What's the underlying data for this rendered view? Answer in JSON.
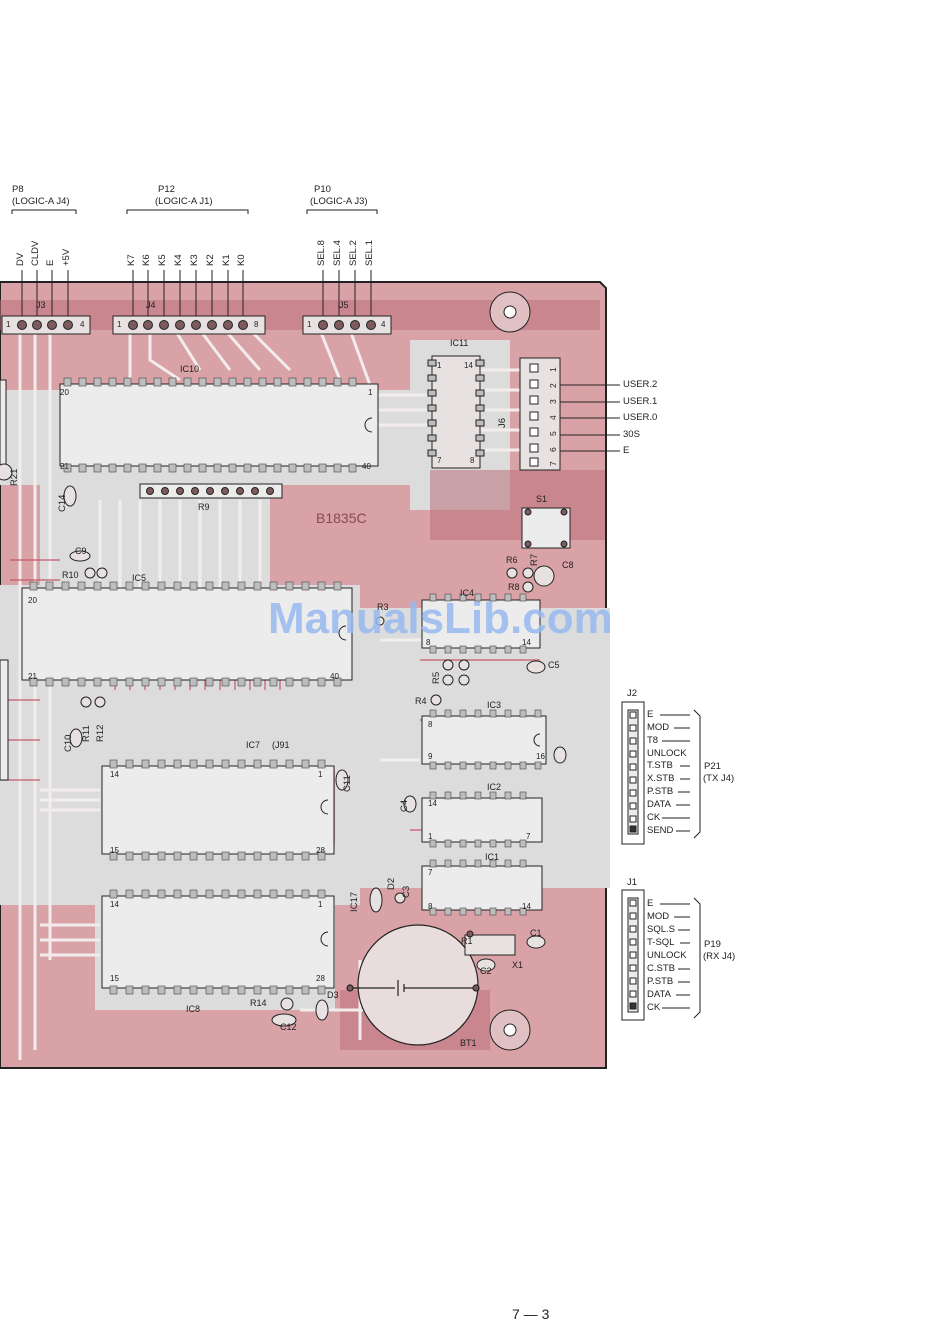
{
  "headers": {
    "p8": {
      "title": "P8",
      "sub": "(LOGIC-A J4)"
    },
    "p12": {
      "title": "P12",
      "sub": "(LOGIC-A J1)"
    },
    "p10": {
      "title": "P10",
      "sub": "(LOGIC-A J3)"
    }
  },
  "p8_pins": [
    "DV",
    "CLDV",
    "E",
    "+5V"
  ],
  "p12_pins": [
    "K7",
    "K6",
    "K5",
    "K4",
    "K3",
    "K2",
    "K1",
    "K0"
  ],
  "p10_pins": [
    "SEL.8",
    "SEL.4",
    "SEL.2",
    "SEL.1"
  ],
  "connectors": {
    "j3": {
      "name": "J3",
      "first": "1",
      "last": "4"
    },
    "j4": {
      "name": "J4",
      "first": "1",
      "last": "8"
    },
    "j5": {
      "name": "J5",
      "first": "1",
      "last": "4"
    },
    "j6": {
      "name": "J6",
      "pins": [
        "1",
        "2",
        "3",
        "4",
        "5",
        "6",
        "7"
      ]
    },
    "j2": {
      "name": "J2"
    },
    "j1": {
      "name": "J1"
    }
  },
  "j6_signals": [
    "USER.2",
    "USER.1",
    "USER.0",
    "30S",
    "E"
  ],
  "j2_signals": [
    "E",
    "MOD",
    "T8",
    "UNLOCK",
    "T.STB",
    "X.STB",
    "P.STB",
    "DATA",
    "CK",
    "SEND"
  ],
  "j2_plug": {
    "name": "P21",
    "sub": "(TX J4)"
  },
  "j1_signals": [
    "E",
    "MOD",
    "SQL.S",
    "T-SQL",
    "UNLOCK",
    "C.STB",
    "P.STB",
    "DATA",
    "CK"
  ],
  "j1_plug": {
    "name": "P19",
    "sub": "(RX J4)"
  },
  "components": {
    "ic11": "IC11",
    "ic10": "IC10",
    "ic5": "IC5",
    "ic7": "IC7",
    "ic7_tag": "(J91",
    "ic8": "IC8",
    "ic4": "IC4",
    "ic3": "IC3",
    "ic2": "IC2",
    "ic1": "IC1",
    "ic17": "IC17",
    "r9": "R9",
    "r21": "R21",
    "r10": "R10",
    "r11": "R11",
    "r12": "R12",
    "r14": "R14",
    "r6": "R6",
    "r7": "R7",
    "r8": "R8",
    "r5": "R5",
    "r4": "R4",
    "r1": "R1",
    "r3": "R3",
    "c14": "C14",
    "c9": "C9",
    "c10": "C10",
    "c11": "C11",
    "c12": "C12",
    "c8": "C8",
    "c5": "C5",
    "c4": "C4",
    "c2": "C2",
    "c1": "C1",
    "c3": "C3",
    "d2": "D2",
    "d3": "D3",
    "s1": "S1",
    "x1": "X1",
    "bt1": "BT1",
    "board_code": "B1835C"
  },
  "ic_pins": {
    "ic10": [
      "20",
      "1",
      "21",
      "40"
    ],
    "ic5": [
      "20",
      "21",
      "40"
    ],
    "ic7": [
      "14",
      "1",
      "15",
      "28"
    ],
    "ic8": [
      "14",
      "1",
      "15",
      "28"
    ],
    "ic11": [
      "1",
      "14",
      "7",
      "8"
    ],
    "ic4": [
      "8",
      "14"
    ],
    "ic3": [
      "8",
      "9",
      "16"
    ],
    "ic2": [
      "14",
      "1",
      "7"
    ],
    "ic1": [
      "7",
      "8",
      "14"
    ]
  },
  "watermark": "ManualsLib.com",
  "page_number": "7 — 3",
  "colors": {
    "board": "#d9a2a7",
    "copper": "#bb6f7b",
    "trace": "#e8e1e1",
    "silk": "#2a2a2a"
  }
}
